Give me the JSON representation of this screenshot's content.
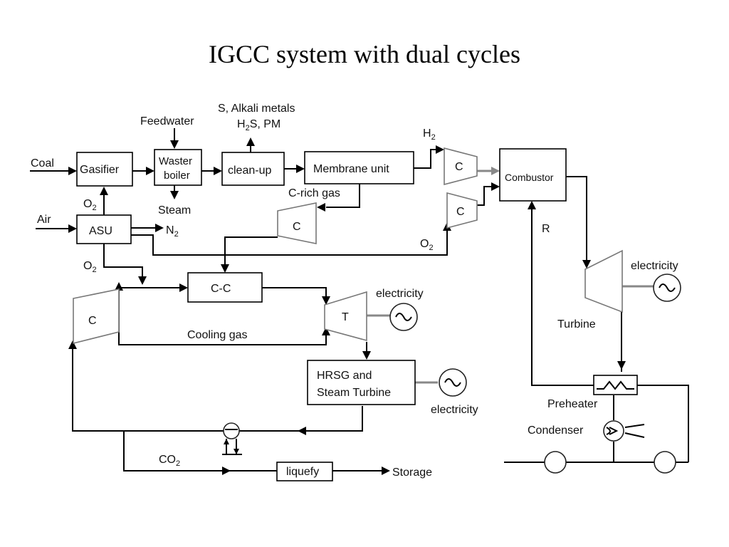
{
  "title": "IGCC system with dual cycles",
  "labels": {
    "coal": "Coal",
    "air": "Air",
    "gasifier": "Gasifier",
    "asu": "ASU",
    "waster_boiler_1": "Waster",
    "waster_boiler_2": "boiler",
    "feedwater": "Feedwater",
    "steam": "Steam",
    "n2": "N",
    "n2_sub": "2",
    "o2_a": "O",
    "o2_a_sub": "2",
    "o2_b": "O",
    "o2_b_sub": "2",
    "o2_c": "O",
    "o2_c_sub": "2",
    "cleanup": "clean-up",
    "s_alkali": "S, Alkali metals",
    "h2s_h": "H",
    "h2s_sub": "2",
    "h2s_rest": "S,  PM",
    "membrane": "Membrane unit",
    "h2_h": "H",
    "h2_sub": "2",
    "c_rich_gas": "C-rich gas",
    "compressor": "C",
    "combustor": "Combustor",
    "r": "R",
    "cc": "C-C",
    "t": "T",
    "cooling_gas": "Cooling gas",
    "electricity": "electricity",
    "hrsg_1": "HRSG and",
    "hrsg_2": "Steam Turbine",
    "turbine": "Turbine",
    "preheater": "Preheater",
    "condenser": "Condenser",
    "co2": "CO",
    "co2_sub": "2",
    "liquefy": "liquefy",
    "storage": "Storage"
  }
}
